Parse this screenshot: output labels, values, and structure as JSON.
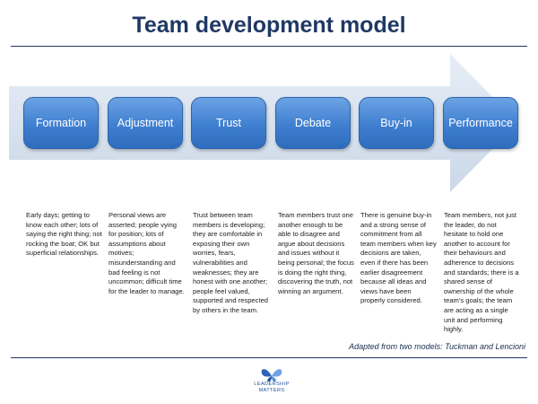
{
  "title": "Team development model",
  "stages": [
    {
      "label": "Formation",
      "description": "Early days; getting to know each other; lots of saying the right thing; not rocking the boat; OK but superficial relationships."
    },
    {
      "label": "Adjustment",
      "description": "Personal views are asserted;  people vying for position; lots of assumptions about motives; misunderstanding and bad feeling is not uncommon; difficult time for the leader to manage."
    },
    {
      "label": "Trust",
      "description": "Trust between team members is developing; they are comfortable in exposing their own worries, fears, vulnerabilities and weaknesses; they are honest with one another; people feel valued, supported and respected by others in the team."
    },
    {
      "label": "Debate",
      "description": "Team members trust one another enough to be able to disagree and argue about decisions and issues without it being personal; the focus is doing the right thing, discovering the truth, not winning an argument."
    },
    {
      "label": "Buy-in",
      "description": "There is genuine buy-in and a strong sense of commitment from all team members when key decisions are taken, even if there has been earlier disagreement because all ideas and views have been properly considered."
    },
    {
      "label": "Performance",
      "description": "Team members, not just the leader, do not hesitate to hold one another to account for their behaviours and adherence to decisions and standards; there is a shared sense of ownership of the whole team's goals; the team are acting as a single unit and performing highly."
    }
  ],
  "attribution": "Adapted from two models: Tuckman and Lencioni",
  "logo": {
    "line1": "LEADERSHIP",
    "line2": "MATTERS",
    "icon": "butterfly-icon"
  },
  "colors": {
    "title": "#1f3864",
    "box_fill": "#4a86d4",
    "arrow_fill": "#d9e3ef",
    "logo": "#1f4e9c"
  }
}
